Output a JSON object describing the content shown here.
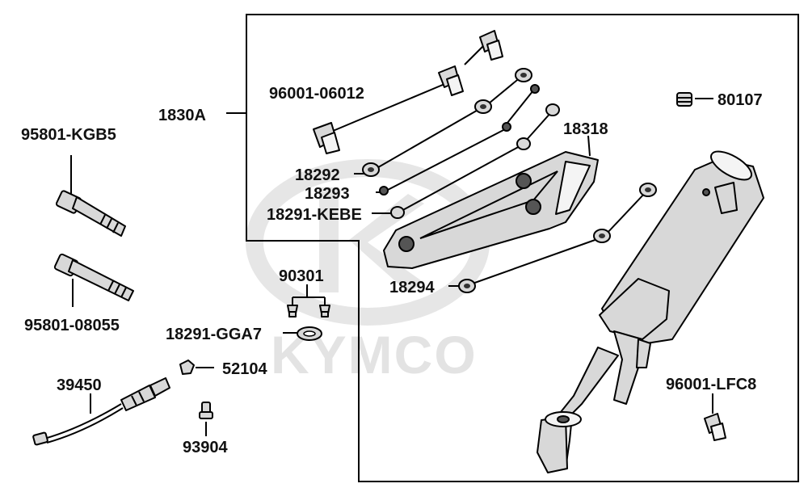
{
  "watermark": {
    "brand_text": "KYMCO"
  },
  "labels": {
    "p1830A": "1830A",
    "p96001_06012": "96001-06012",
    "p80107": "80107",
    "p18318": "18318",
    "p18292": "18292",
    "p18293": "18293",
    "p18291_KEBE": "18291-KEBE",
    "p18294": "18294",
    "p90301": "90301",
    "p18291_GGA7": "18291-GGA7",
    "p52104": "52104",
    "p39450": "39450",
    "p93904": "93904",
    "p95801_KGB5": "95801-KGB5",
    "p95801_08055": "95801-08055",
    "p96001_LFC8": "96001-LFC8"
  }
}
